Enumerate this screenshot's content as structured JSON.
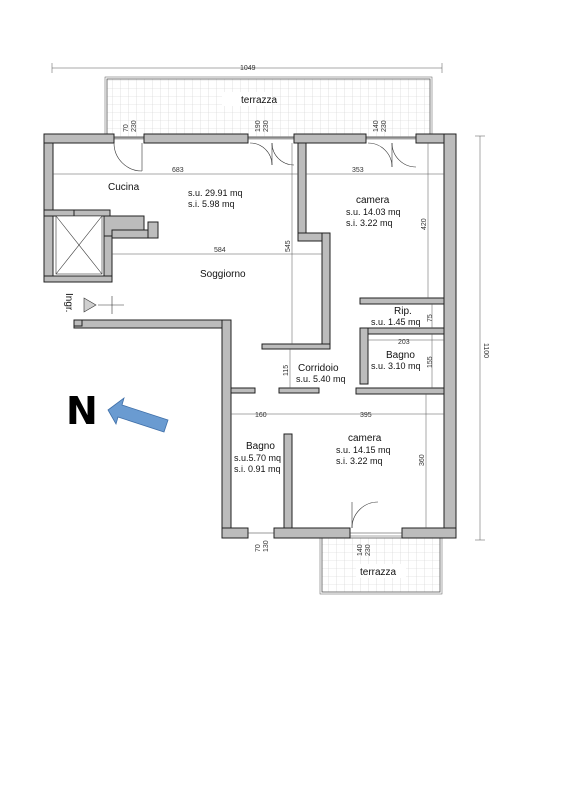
{
  "dimensions": {
    "total_width": "1049",
    "total_height": "1100",
    "d683": "683",
    "d353": "353",
    "d584": "584",
    "d545": "545",
    "d420": "420",
    "d75": "75",
    "d203": "203",
    "d155": "155",
    "d115": "115",
    "d160": "160",
    "d395": "395",
    "d360": "360"
  },
  "windows": {
    "w1a": "70",
    "w1b": "230",
    "w2a": "190",
    "w2b": "230",
    "w3a": "140",
    "w3b": "230",
    "w4a": "70",
    "w4b": "130",
    "w5a": "140",
    "w5b": "230"
  },
  "terraces": {
    "top": "terrazza",
    "bottom": "terrazza"
  },
  "rooms": {
    "cucina": {
      "name": "Cucina"
    },
    "soggiorno": {
      "name": "Soggiorno",
      "su": "s.u. 29.91 mq",
      "si": "s.i.   5.98 mq"
    },
    "camera1": {
      "name": "camera",
      "su": "s.u. 14.03 mq",
      "si": "s.i.   3.22 mq"
    },
    "rip": {
      "name": "Rip.",
      "su": "s.u. 1.45 mq"
    },
    "bagno1": {
      "name": "Bagno",
      "su": "s.u. 3.10 mq"
    },
    "corridoio": {
      "name": "Corridoio",
      "su": "s.u. 5.40 mq"
    },
    "bagno2": {
      "name": "Bagno",
      "su": "s.u.5.70 mq",
      "si": "s.i. 0.91 mq"
    },
    "camera2": {
      "name": "camera",
      "su": "s.u. 14.15 mq",
      "si": "s.i.   3.22 mq"
    }
  },
  "entrance": {
    "label": "Ingr."
  },
  "compass": {
    "letter": "N",
    "arrow_color": "#6a9bd1"
  },
  "colors": {
    "wall_fill": "#bcbcbc",
    "wall_stroke": "#222222",
    "terrace_grid": "#c8c8c8"
  }
}
